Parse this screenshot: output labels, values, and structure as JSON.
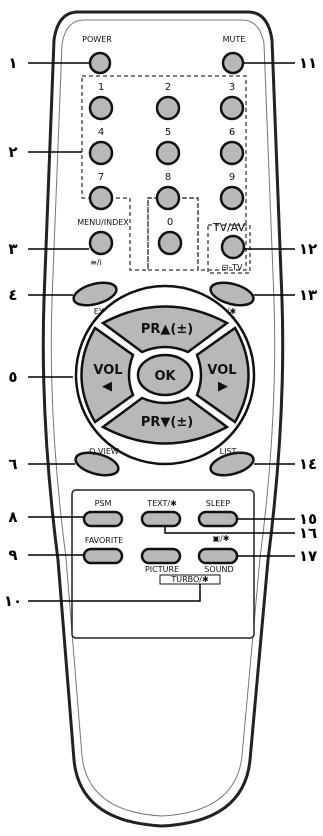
{
  "remote": {
    "power_label": "POWER",
    "mute_label": "MUTE",
    "digits": [
      "1",
      "2",
      "3",
      "4",
      "5",
      "6",
      "7",
      "8",
      "9",
      "0"
    ],
    "menu_index_label": "MENU/INDEX",
    "tv_av_label": "TV/AV",
    "tv_mode_label": "⊟–TV",
    "menu_sub_label": "≡/i",
    "eye_label": "EYE/✱",
    "io_label": "I / O /✱",
    "pr_up_label": "PR▲(±)",
    "pr_down_label": "PR▼(±)",
    "vol_left_label": "VOL",
    "vol_right_label": "VOL",
    "ok_label": "OK",
    "qview_label": "Q.VIEW",
    "list_label": "LIST",
    "psm_label": "PSM",
    "text_label": "TEXT/✱",
    "sleep_label": "SLEEP",
    "favorite_label": "FAVORITE",
    "picture_label": "PICTURE",
    "sound_label": "SOUND",
    "turbo_label": "TURBO/✱",
    "sleep_sub_label": "▣/✱"
  },
  "callouts": {
    "left": [
      "١",
      "٢",
      "٣",
      "٤",
      "٥",
      "٦",
      "٨",
      "٩",
      "١٠"
    ],
    "right": [
      "١١",
      "١٢",
      "١٣",
      "١٤",
      "١٥",
      "١٦",
      "١٧"
    ]
  }
}
